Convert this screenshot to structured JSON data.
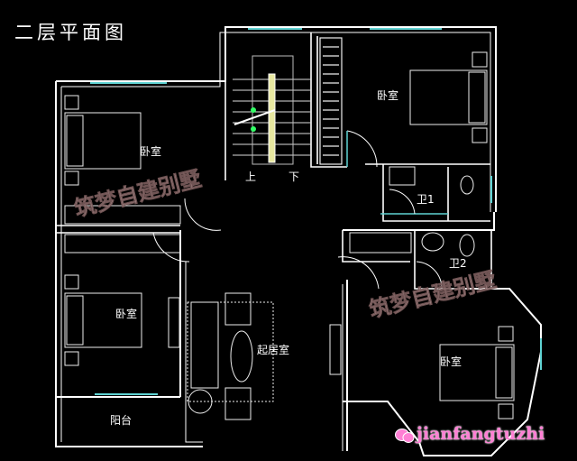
{
  "title": "二层平面图",
  "rooms": {
    "bedroom_nw": "卧室",
    "bedroom_ne": "卧室",
    "bedroom_sw": "卧室",
    "bedroom_se": "卧室",
    "bath1": "卫1",
    "bath2": "卫2",
    "living": "起居室",
    "balcony": "阳台"
  },
  "stairs": {
    "up": "上",
    "down": "下"
  },
  "watermark": {
    "text_1": "筑梦自建别墅",
    "text_2": "筑梦自建别墅"
  },
  "brand": {
    "icon": "wechat-icon",
    "handle": "jianfangtuzhi"
  },
  "colors": {
    "background": "#000000",
    "wall": "#ffffff",
    "window": "#5fd3d3",
    "stair_rail": "#e8e8a0",
    "stair_arrow": "#33ff66",
    "watermark": "#c9a8a8",
    "brand": "#ff7fd4"
  }
}
